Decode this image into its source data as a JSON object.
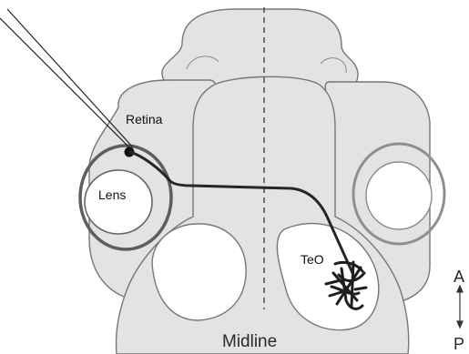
{
  "labels": {
    "retina": "Retina",
    "lens": "Lens",
    "teo": "TeO",
    "midline": "Midline",
    "axis_anterior": "A",
    "axis_posterior": "P"
  },
  "colors": {
    "tissue_fill": "#e3e3e3",
    "outline": "#777777",
    "eye_ring": "#5e5e5e",
    "right_eye_ring": "#8f8f8f",
    "axon": "#262626",
    "background": "#ffffff"
  }
}
